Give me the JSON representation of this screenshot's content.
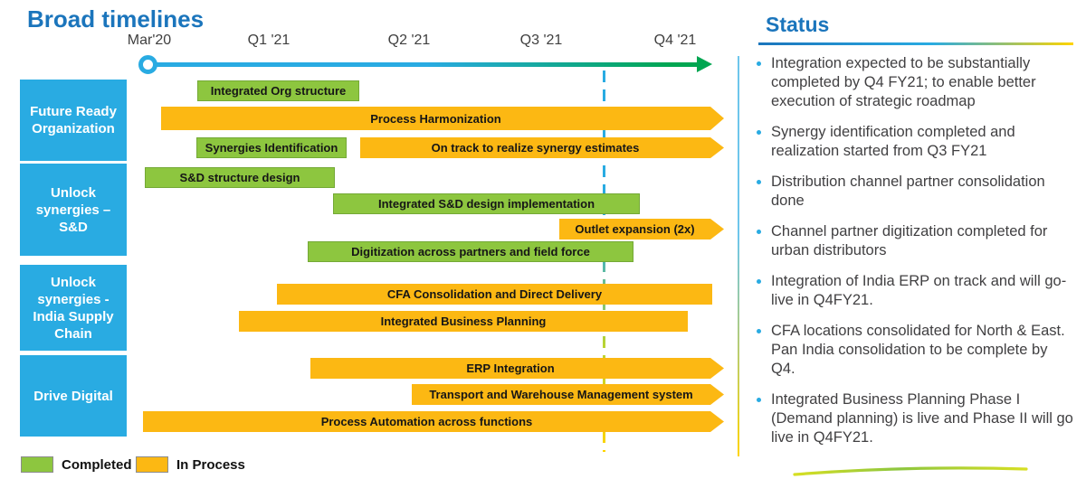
{
  "slide": {
    "title": "Broad timelines",
    "axis": {
      "ticks": [
        "Mar'20",
        "Q1 '21",
        "Q2 '21",
        "Q3 '21",
        "Q4 '21"
      ]
    },
    "rows": [
      {
        "label": "Future Ready Organization"
      },
      {
        "label": "Unlock synergies – S&D"
      },
      {
        "label": "Unlock synergies - India Supply Chain"
      },
      {
        "label": "Drive Digital"
      }
    ],
    "bars": [
      {
        "label": "Integrated Org structure",
        "status": "completed",
        "row": "Future Ready Organization"
      },
      {
        "label": "Process Harmonization",
        "status": "in_process",
        "row": "Future Ready Organization"
      },
      {
        "label": "Synergies Identification",
        "status": "completed",
        "row": "Future Ready Organization"
      },
      {
        "label": "On track to realize synergy estimates",
        "status": "in_process",
        "row": "Future Ready Organization"
      },
      {
        "label": "S&D structure design",
        "status": "completed",
        "row": "Unlock synergies – S&D"
      },
      {
        "label": "Integrated S&D design implementation",
        "status": "completed",
        "row": "Unlock synergies – S&D"
      },
      {
        "label": "Outlet expansion (2x)",
        "status": "in_process",
        "row": "Unlock synergies – S&D"
      },
      {
        "label": "Digitization across partners and field force",
        "status": "completed",
        "row": "Unlock synergies – S&D"
      },
      {
        "label": "CFA Consolidation and Direct Delivery",
        "status": "in_process",
        "row": "Unlock synergies - India Supply Chain"
      },
      {
        "label": "Integrated Business Planning",
        "status": "in_process",
        "row": "Unlock synergies - India Supply Chain"
      },
      {
        "label": "ERP Integration",
        "status": "in_process",
        "row": "Drive Digital"
      },
      {
        "label": "Transport and Warehouse Management system",
        "status": "in_process",
        "row": "Drive Digital"
      },
      {
        "label": "Process Automation across functions",
        "status": "in_process",
        "row": "Drive Digital"
      }
    ],
    "legend": {
      "completed": "Completed",
      "in_process": "In Process"
    },
    "status_panel": {
      "title": "Status",
      "bullets": [
        "Integration expected to be substantially completed by Q4 FY21; to enable better execution of strategic roadmap",
        "Synergy identification completed and realization started from Q3 FY21",
        "Distribution channel partner consolidation done",
        "Channel partner digitization completed for urban distributors",
        "Integration of India ERP on track and will go-live in Q4FY21.",
        "CFA locations consolidated for North & East. Pan India consolidation to be complete by Q4.",
        "Integrated Business Planning Phase I (Demand planning) is live and Phase II will go live in Q4FY21."
      ]
    },
    "colors": {
      "completed_green": "#8dc63f",
      "in_process_yellow": "#fcb813",
      "category_blue": "#29abe2",
      "heading_blue": "#1b75bc",
      "timeline_green": "#00a651",
      "body_text": "#414042"
    }
  }
}
